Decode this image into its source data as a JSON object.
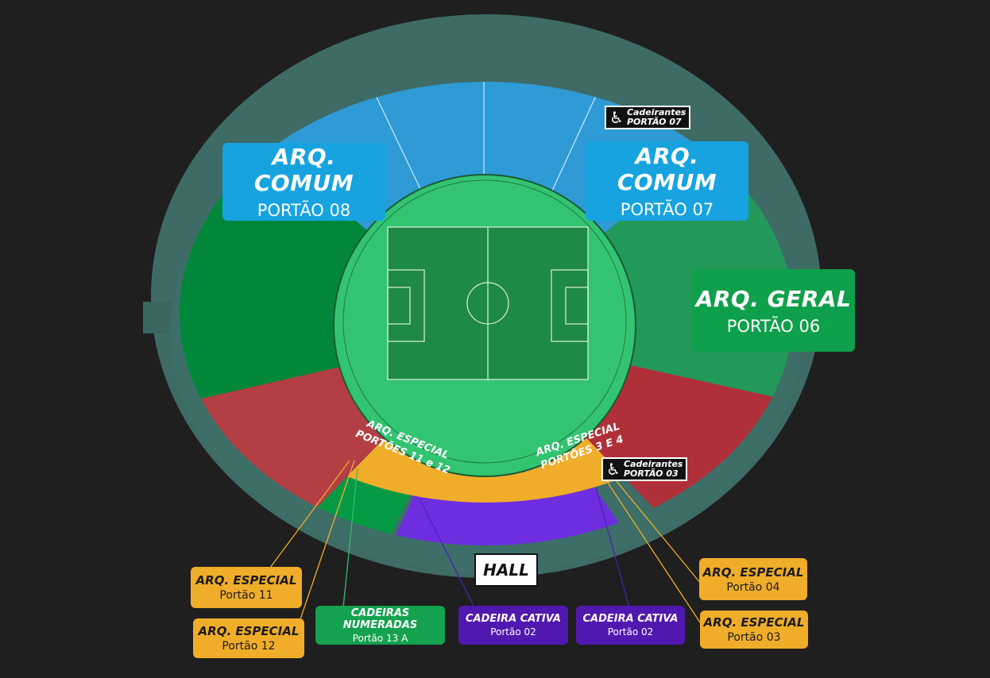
{
  "colors": {
    "background": "#1f1f1f",
    "outer_ring": "#3f6b66",
    "blue": "#2e9bd6",
    "dark_green": "#00873a",
    "right_green": "#22995a",
    "red": "#b3343e",
    "orange": "#f0ad2a",
    "purple": "#6e2ee0",
    "pitch": "#33c472",
    "field": "#1f8a45"
  },
  "sectors": {
    "comum_08": {
      "title": "ARQ. COMUM",
      "gate": "PORTÃO 08"
    },
    "comum_07": {
      "title": "ARQ. COMUM",
      "gate": "PORTÃO 07"
    },
    "geral_06": {
      "title": "ARQ. GERAL",
      "gate": "PORTÃO 06"
    },
    "especial_11_12": {
      "line1": "ARQ. ESPECIAL",
      "line2": "PORTÕES 11 e 12"
    },
    "especial_3_4": {
      "line1": "ARQ. ESPECIAL",
      "line2": "PORTÕES 3 E 4"
    }
  },
  "accessibility": [
    {
      "icon": "wheelchair-icon",
      "line1": "Cadeirantes",
      "line2": "PORTÃO 07"
    },
    {
      "icon": "wheelchair-icon",
      "line1": "Cadeirantes",
      "line2": "PORTÃO 03"
    }
  ],
  "hall": "HALL",
  "callouts": [
    {
      "title": "ARQ. ESPECIAL",
      "gate": "Portão 11"
    },
    {
      "title": "ARQ. ESPECIAL",
      "gate": "Portão 12"
    },
    {
      "title": "CADEIRAS NUMERADAS",
      "gate": "Portão 13 A"
    },
    {
      "title": "CADEIRA CATIVA",
      "gate": "Portão 02"
    },
    {
      "title": "CADEIRA CATIVA",
      "gate": "Portão 02"
    },
    {
      "title": "ARQ. ESPECIAL",
      "gate": "Portão 04"
    },
    {
      "title": "ARQ. ESPECIAL",
      "gate": "Portão 03"
    }
  ]
}
